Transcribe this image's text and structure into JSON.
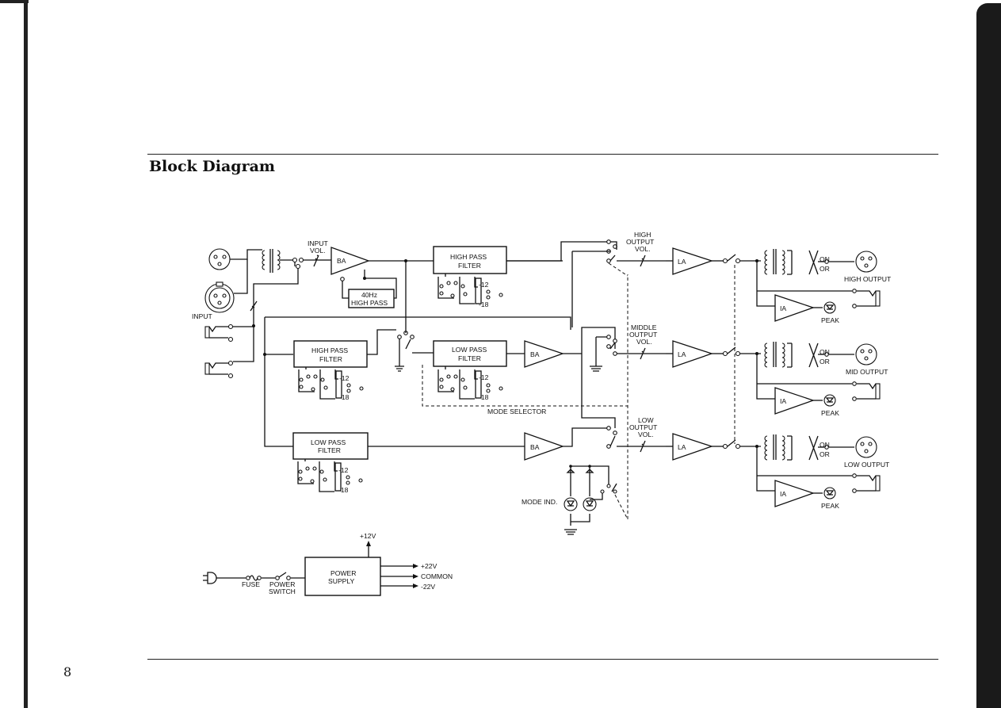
{
  "page": {
    "title": "Block Diagram",
    "page_number": "8"
  },
  "diagram": {
    "input": {
      "label": "INPUT",
      "vol_line1": "INPUT",
      "vol_line2": "VOL.",
      "amp": "BA",
      "hp40_line1": "40Hz",
      "hp40_line2": "HIGH PASS"
    },
    "filters": {
      "hp_top_line1": "HIGH PASS",
      "hp_top_line2": "FILTER",
      "hp_mid_line1": "HIGH PASS",
      "hp_mid_line2": "FILTER",
      "lp_mid_line1": "LOW PASS",
      "lp_mid_line2": "FILTER",
      "lp_bot_line1": "LOW PASS",
      "lp_bot_line2": "FILTER",
      "slope_12": "-12",
      "slope_18": "-18"
    },
    "mid_amp": "BA",
    "low_amp": "BA",
    "mode_selector": "MODE SELECTOR",
    "mode_ind": "MODE IND.",
    "channels": {
      "high": {
        "vol_line1": "HIGH",
        "vol_line2": "OUTPUT",
        "vol_line3": "VOL.",
        "output": "HIGH OUTPUT"
      },
      "mid": {
        "vol_line1": "MIDDLE",
        "vol_line2": "OUTPUT",
        "vol_line3": "VOL.",
        "output": "MID OUTPUT"
      },
      "low": {
        "vol_line1": "LOW",
        "vol_line2": "OUTPUT",
        "vol_line3": "VOL.",
        "output": "LOW OUTPUT"
      },
      "la": "LA",
      "ia": "IA",
      "peak": "PEAK",
      "on": "ON",
      "or": "OR"
    },
    "power": {
      "supply_line1": "POWER",
      "supply_line2": "SUPPLY",
      "plus12": "+12V",
      "plus22": "+22V",
      "common": "COMMON",
      "minus22": "-22V",
      "fuse": "FUSE",
      "switch_line1": "POWER",
      "switch_line2": "SWITCH"
    }
  }
}
